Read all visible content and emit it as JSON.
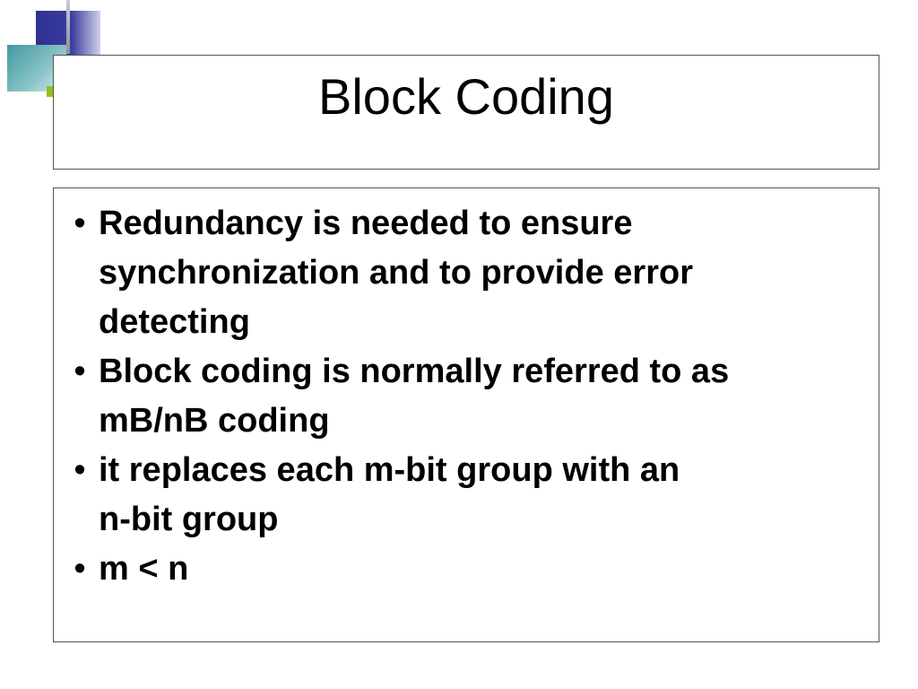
{
  "slide": {
    "title": "Block Coding",
    "bullet_symbol": "•",
    "bullets": [
      "Redundancy is needed to ensure\nsynchronization and to provide error\ndetecting",
      "Block coding is normally referred to as\nmB/nB coding",
      "it replaces each m-bit group with an\nn-bit group",
      "m < n"
    ]
  },
  "colors": {
    "deco_navy": "#2e318f",
    "deco_teal": "#3f9aa0",
    "deco_green": "#93c01f",
    "text": "#000000",
    "border": "#555555"
  }
}
